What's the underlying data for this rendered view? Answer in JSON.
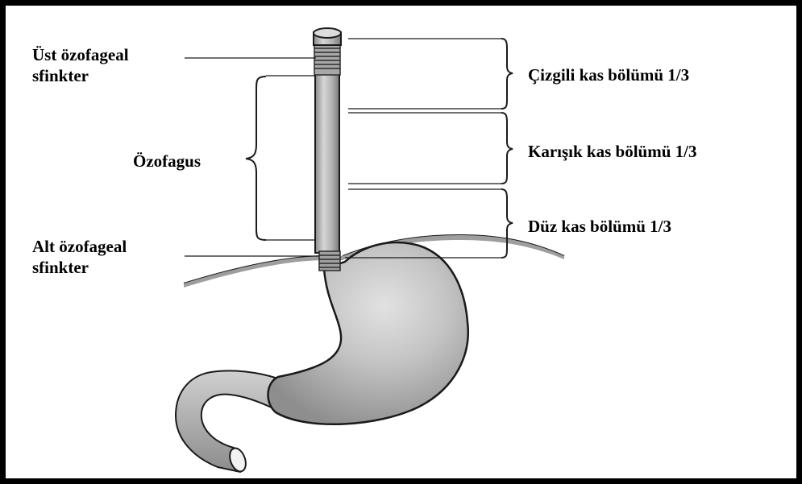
{
  "labels": {
    "upper_sphincter_line1": "Üst özofageal",
    "upper_sphincter_line2": "sfinkter",
    "esophagus": "Özofagus",
    "lower_sphincter_line1": "Alt özofageal",
    "lower_sphincter_line2": "sfinkter",
    "striated_section": "Çizgili kas bölümü 1/3",
    "mixed_section": "Karışık kas bölümü 1/3",
    "smooth_section": "Düz kas bölümü 1/3"
  },
  "colors": {
    "frame": "#000000",
    "background": "#ffffff",
    "organ_fill": "#b9b9b9",
    "organ_shade": "#8c8c8c",
    "organ_highlight": "#dcdcdc",
    "outline": "#1a1a1a",
    "text": "#000000"
  }
}
